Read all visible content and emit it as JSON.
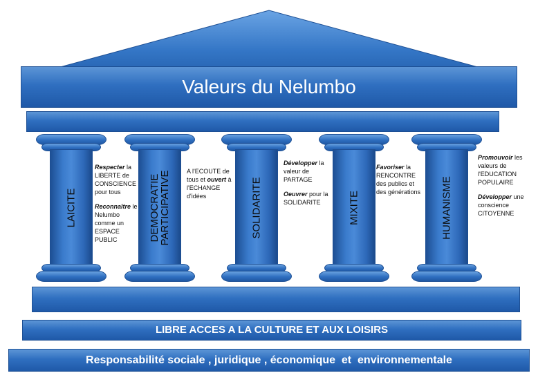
{
  "title": "Valeurs du Nelumbo",
  "pillars": [
    {
      "label": "LAICITE"
    },
    {
      "label_line1": "DEMOCRATIE",
      "label_line2": "PARTICIPATIVE"
    },
    {
      "label": "SOLIDARITE"
    },
    {
      "label": "MIXITE"
    },
    {
      "label": "HUMANISME"
    }
  ],
  "descriptions": {
    "laicite": {
      "p1_bold": "Respecter",
      "p1_rest": " la LIBERTE de CONSCIENCE pour tous",
      "p2_bold": "Reconnaître",
      "p2_rest": " le Nelumbo comme un ESPACE PUBLIC"
    },
    "democratie": {
      "p1_a": "A l'ECOUTE de tous et ",
      "p1_bold": "ouvert",
      "p1_rest": " à l'ECHANGE d'idées"
    },
    "solidarite": {
      "p1_bold": "Développer",
      "p1_rest": " la valeur de PARTAGE",
      "p2_bold": "Oeuvrer",
      "p2_rest": " pour la SOLIDARITE"
    },
    "mixite": {
      "p1_bold": "Favoriser",
      "p1_rest": " la RENCONTRE des publics et des générations"
    },
    "humanisme": {
      "p1_bold": "Promouvoir",
      "p1_rest": " les valeurs de l'EDUCATION POPULAIRE",
      "p2_bold": "Développer",
      "p2_rest": " une conscience CITOYENNE"
    }
  },
  "band1": "LIBRE ACCES A LA CULTURE ET AUX LOISIRS",
  "band2": "Responsabilité sociale , juridique , économique  et  environnementale"
}
